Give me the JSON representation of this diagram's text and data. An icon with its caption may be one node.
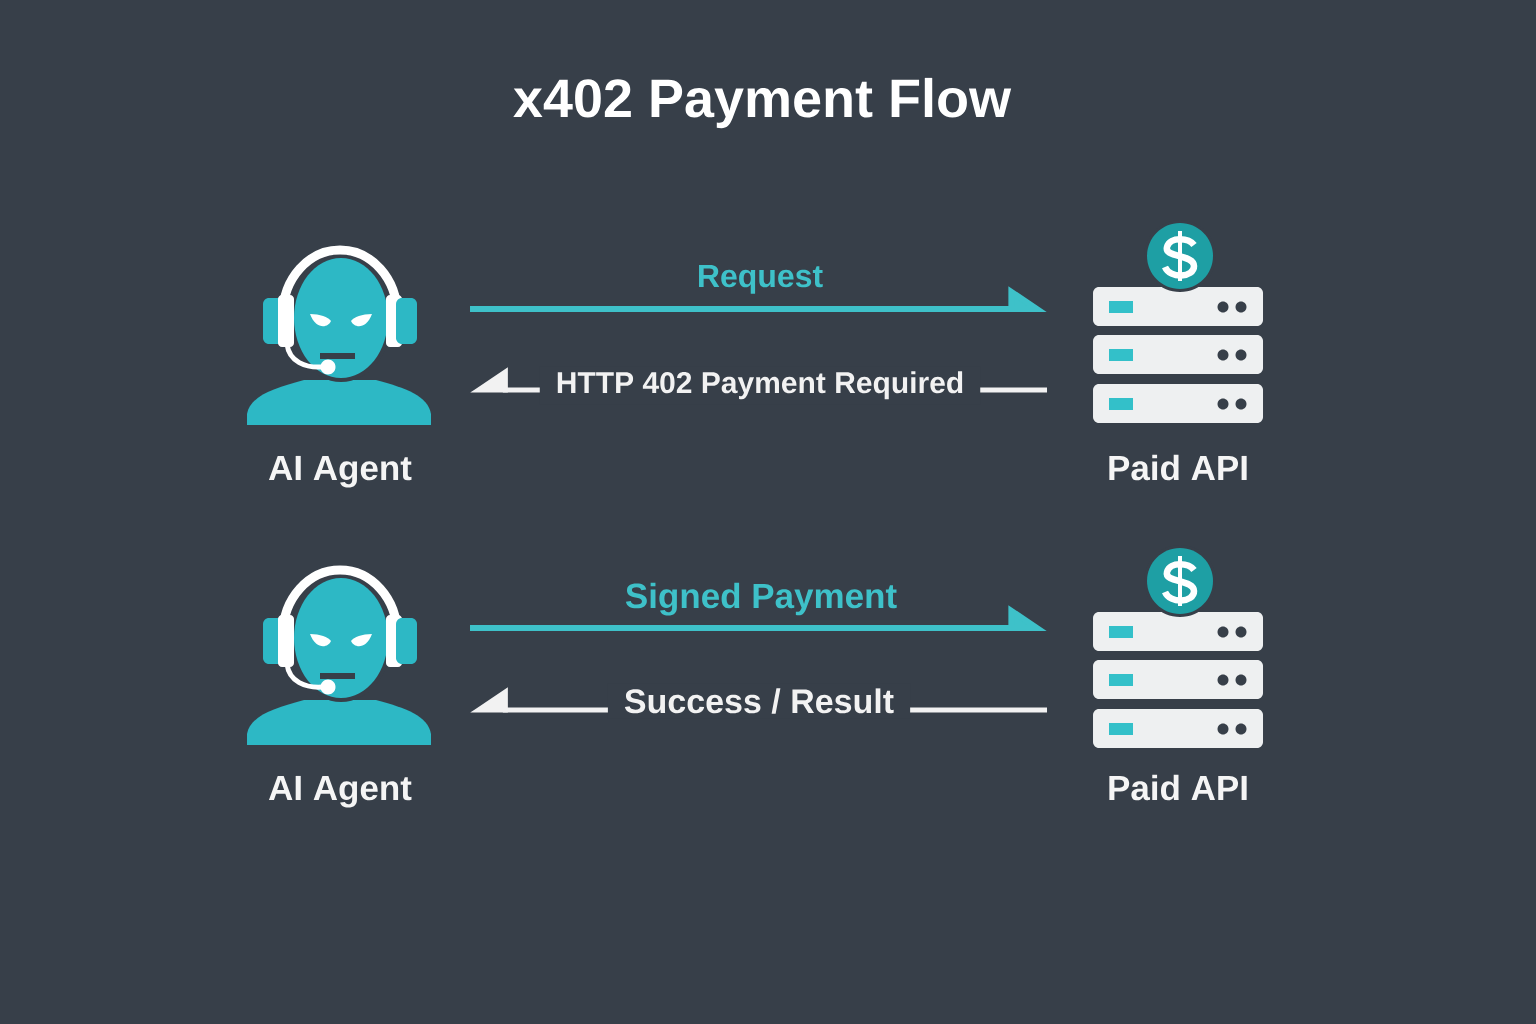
{
  "diagram": {
    "title": "x402 Payment Flow",
    "nodes": [
      {
        "text": [
          "AI Agent"
        ]
      },
      {
        "text": [
          "Paid API"
        ]
      },
      {
        "text": [
          "AI Agent"
        ]
      },
      {
        "text": [
          "Paid API"
        ]
      }
    ],
    "edges": [
      {
        "from": 0,
        "to": 1,
        "arrow": "to",
        "label": "Request",
        "color": "#3ec1c9"
      },
      {
        "from": 1,
        "to": 0,
        "arrow": "to",
        "label": "HTTP 402 Payment Required",
        "color": "#f2f2f2"
      },
      {
        "from": 2,
        "to": 3,
        "arrow": "to",
        "label": "Signed Payment",
        "color": "#3ec1c9"
      },
      {
        "from": 3,
        "to": 2,
        "arrow": "to",
        "label": "Success / Result",
        "color": "#f2f2f2"
      }
    ]
  }
}
